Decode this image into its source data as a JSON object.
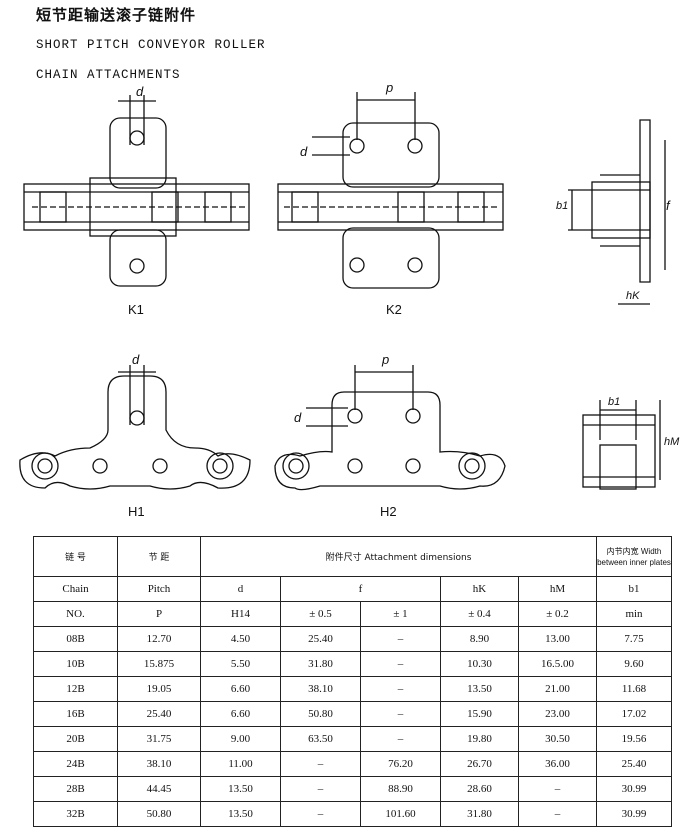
{
  "title_cn": "短节距输送滚子链附件",
  "title_en_line1": "SHORT PITCH CONVEYOR ROLLER",
  "title_en_line2": "CHAIN ATTACHMENTS",
  "figure_labels": {
    "k1": "K1",
    "k2": "K2",
    "h1": "H1",
    "h2": "H2",
    "d": "d",
    "p": "p",
    "f": "f",
    "b1": "b1",
    "hk": "hK",
    "hm": "hM"
  },
  "table": {
    "header_chain_cn": "链  号",
    "header_pitch_cn": "节  距",
    "header_attach": "附件尺寸 Attachment dimensions",
    "header_width": "内节内宽 Width between inner plates",
    "row2": [
      "Chain",
      "Pitch",
      "d",
      "f",
      "hK",
      "hM",
      "b1"
    ],
    "row3": [
      "NO.",
      "P",
      "H14",
      "± 0.5",
      "± 1",
      "± 0.4",
      "± 0.2",
      "min"
    ],
    "rows": [
      [
        "08B",
        "12.70",
        "4.50",
        "25.40",
        "–",
        "8.90",
        "13.00",
        "7.75"
      ],
      [
        "10B",
        "15.875",
        "5.50",
        "31.80",
        "–",
        "10.30",
        "16.5.00",
        "9.60"
      ],
      [
        "12B",
        "19.05",
        "6.60",
        "38.10",
        "–",
        "13.50",
        "21.00",
        "11.68"
      ],
      [
        "16B",
        "25.40",
        "6.60",
        "50.80",
        "–",
        "15.90",
        "23.00",
        "17.02"
      ],
      [
        "20B",
        "31.75",
        "9.00",
        "63.50",
        "–",
        "19.80",
        "30.50",
        "19.56"
      ],
      [
        "24B",
        "38.10",
        "11.00",
        "–",
        "76.20",
        "26.70",
        "36.00",
        "25.40"
      ],
      [
        "28B",
        "44.45",
        "13.50",
        "–",
        "88.90",
        "28.60",
        "–",
        "30.99"
      ],
      [
        "32B",
        "50.80",
        "13.50",
        "–",
        "101.60",
        "31.80",
        "–",
        "30.99"
      ]
    ]
  }
}
